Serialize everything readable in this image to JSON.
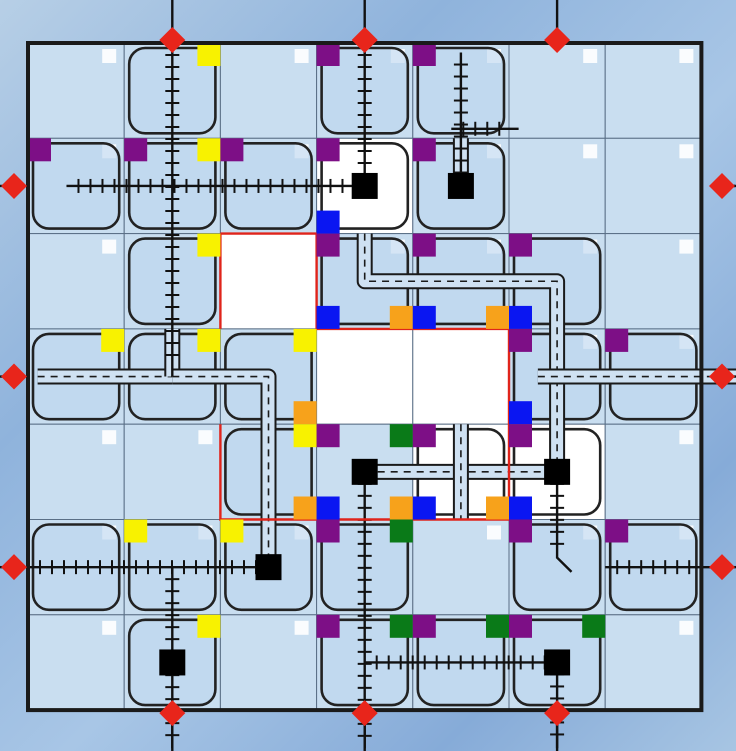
{
  "board": {
    "grid_cols": 7,
    "grid_rows": 7,
    "colors": {
      "background": "#9dbde0",
      "cell_fill": "#c9def0",
      "tile_fill": "#bcd6ee",
      "white_cell": "#ffffff",
      "frame": "#1a1a1a",
      "central_outline": "#e0241b",
      "exit_arrow": "#e8251b",
      "yellow": "#f8f200",
      "purple": "#7d0f86",
      "blue": "#0a16f2",
      "orange": "#f7a21b",
      "green": "#0a7a18",
      "station": "#000000"
    }
  },
  "white_cells": [
    [
      3,
      1
    ],
    [
      2,
      2
    ],
    [
      3,
      3
    ],
    [
      4,
      3
    ],
    [
      4,
      4
    ],
    [
      5,
      4
    ]
  ],
  "tiles": [
    {
      "c": 1,
      "r": 0
    },
    {
      "c": 3,
      "r": 0
    },
    {
      "c": 4,
      "r": 0
    },
    {
      "c": 0,
      "r": 1
    },
    {
      "c": 1,
      "r": 1
    },
    {
      "c": 2,
      "r": 1
    },
    {
      "c": 3,
      "r": 1
    },
    {
      "c": 4,
      "r": 1
    },
    {
      "c": 1,
      "r": 2
    },
    {
      "c": 3,
      "r": 2
    },
    {
      "c": 4,
      "r": 2
    },
    {
      "c": 5,
      "r": 2
    },
    {
      "c": 0,
      "r": 3
    },
    {
      "c": 1,
      "r": 3
    },
    {
      "c": 2,
      "r": 3
    },
    {
      "c": 5,
      "r": 3
    },
    {
      "c": 6,
      "r": 3
    },
    {
      "c": 2,
      "r": 4
    },
    {
      "c": 4,
      "r": 4
    },
    {
      "c": 5,
      "r": 4
    },
    {
      "c": 0,
      "r": 5
    },
    {
      "c": 1,
      "r": 5
    },
    {
      "c": 2,
      "r": 5
    },
    {
      "c": 3,
      "r": 5
    },
    {
      "c": 5,
      "r": 5
    },
    {
      "c": 6,
      "r": 5
    },
    {
      "c": 1,
      "r": 6
    },
    {
      "c": 3,
      "r": 6
    },
    {
      "c": 4,
      "r": 6
    },
    {
      "c": 5,
      "r": 6
    }
  ],
  "rails": [
    [
      [
        0.4,
        1.5
      ],
      [
        3.5,
        1.5
      ]
    ],
    [
      [
        1.5,
        0
      ],
      [
        1.5,
        3.5
      ]
    ],
    [
      [
        3.5,
        0
      ],
      [
        3.5,
        1.5
      ]
    ],
    [
      [
        4.4,
        0.9
      ],
      [
        5.1,
        0.9
      ]
    ],
    [
      [
        4.5,
        0.1
      ],
      [
        4.5,
        1.5
      ]
    ],
    [
      [
        0,
        5.5
      ],
      [
        2.5,
        5.5
      ]
    ],
    [
      [
        1.5,
        5.5
      ],
      [
        1.5,
        7.4
      ]
    ],
    [
      [
        3.5,
        4.5
      ],
      [
        3.5,
        7.4
      ]
    ],
    [
      [
        3.5,
        6.5
      ],
      [
        5.5,
        6.5
      ]
    ],
    [
      [
        5.5,
        6.5
      ],
      [
        5.5,
        7.4
      ]
    ],
    [
      [
        5.5,
        4.5
      ],
      [
        5.5,
        5.4
      ],
      [
        5.65,
        5.55
      ]
    ],
    [
      [
        6,
        5.5
      ],
      [
        7.2,
        5.5
      ]
    ],
    [
      [
        7.2,
        1.5
      ],
      [
        7.35,
        1.5
      ]
    ]
  ],
  "roads": [
    [
      [
        0.1,
        3.5
      ],
      [
        1.5,
        3.5
      ]
    ],
    [
      [
        1.5,
        3
      ],
      [
        1.5,
        3.5
      ]
    ],
    [
      [
        1.5,
        3.5
      ],
      [
        2.5,
        3.5
      ],
      [
        2.5,
        5.5
      ]
    ],
    [
      [
        3.5,
        2
      ],
      [
        3.5,
        2.5
      ],
      [
        5.5,
        2.5
      ],
      [
        5.5,
        4.5
      ]
    ],
    [
      [
        5.3,
        3.5
      ],
      [
        7.5,
        3.5
      ]
    ],
    [
      [
        3.5,
        4.5
      ],
      [
        5.5,
        4.5
      ]
    ],
    [
      [
        4.5,
        4
      ],
      [
        4.5,
        5
      ]
    ],
    [
      [
        4.5,
        1
      ],
      [
        4.5,
        1.5
      ]
    ]
  ],
  "stations": [
    [
      3.5,
      1.5
    ],
    [
      4.5,
      1.5
    ],
    [
      3.5,
      4.5
    ],
    [
      5.5,
      4.5
    ],
    [
      2.5,
      5.5
    ],
    [
      1.5,
      6.5
    ],
    [
      5.5,
      6.5
    ]
  ],
  "squares": [
    {
      "c": 1,
      "r": 0,
      "pos": "tr",
      "color": "yellow"
    },
    {
      "c": 3,
      "r": 0,
      "pos": "tl",
      "color": "purple"
    },
    {
      "c": 4,
      "r": 0,
      "pos": "tl",
      "color": "purple"
    },
    {
      "c": 0,
      "r": 1,
      "pos": "tl",
      "color": "purple"
    },
    {
      "c": 1,
      "r": 1,
      "pos": "tl",
      "color": "purple"
    },
    {
      "c": 1,
      "r": 1,
      "pos": "tr",
      "color": "yellow"
    },
    {
      "c": 2,
      "r": 1,
      "pos": "tl",
      "color": "purple"
    },
    {
      "c": 3,
      "r": 1,
      "pos": "tl",
      "color": "purple"
    },
    {
      "c": 3,
      "r": 1,
      "pos": "bl",
      "color": "blue"
    },
    {
      "c": 4,
      "r": 1,
      "pos": "tl",
      "color": "purple"
    },
    {
      "c": 1,
      "r": 2,
      "pos": "tr",
      "color": "yellow"
    },
    {
      "c": 3,
      "r": 2,
      "pos": "tl",
      "color": "purple"
    },
    {
      "c": 3,
      "r": 2,
      "pos": "bl",
      "color": "blue"
    },
    {
      "c": 3,
      "r": 2,
      "pos": "br",
      "color": "orange"
    },
    {
      "c": 4,
      "r": 2,
      "pos": "tl",
      "color": "purple"
    },
    {
      "c": 4,
      "r": 2,
      "pos": "bl",
      "color": "blue"
    },
    {
      "c": 4,
      "r": 2,
      "pos": "br",
      "color": "orange"
    },
    {
      "c": 5,
      "r": 2,
      "pos": "tl",
      "color": "purple"
    },
    {
      "c": 5,
      "r": 2,
      "pos": "bl",
      "color": "blue"
    },
    {
      "c": 0,
      "r": 3,
      "pos": "tr",
      "color": "yellow"
    },
    {
      "c": 1,
      "r": 3,
      "pos": "tr",
      "color": "yellow"
    },
    {
      "c": 2,
      "r": 3,
      "pos": "tr",
      "color": "yellow"
    },
    {
      "c": 2,
      "r": 3,
      "pos": "br",
      "color": "orange"
    },
    {
      "c": 5,
      "r": 3,
      "pos": "tl",
      "color": "purple"
    },
    {
      "c": 5,
      "r": 3,
      "pos": "bl",
      "color": "blue"
    },
    {
      "c": 6,
      "r": 3,
      "pos": "tl",
      "color": "purple"
    },
    {
      "c": 2,
      "r": 4,
      "pos": "tr",
      "color": "yellow"
    },
    {
      "c": 2,
      "r": 4,
      "pos": "br",
      "color": "orange"
    },
    {
      "c": 3,
      "r": 4,
      "pos": "tl",
      "color": "purple"
    },
    {
      "c": 3,
      "r": 4,
      "pos": "tr",
      "color": "green"
    },
    {
      "c": 3,
      "r": 4,
      "pos": "bl",
      "color": "blue"
    },
    {
      "c": 3,
      "r": 4,
      "pos": "br",
      "color": "orange"
    },
    {
      "c": 4,
      "r": 4,
      "pos": "tl",
      "color": "purple"
    },
    {
      "c": 4,
      "r": 4,
      "pos": "bl",
      "color": "blue"
    },
    {
      "c": 4,
      "r": 4,
      "pos": "br",
      "color": "orange"
    },
    {
      "c": 5,
      "r": 4,
      "pos": "tl",
      "color": "purple"
    },
    {
      "c": 5,
      "r": 4,
      "pos": "bl",
      "color": "blue"
    },
    {
      "c": 1,
      "r": 5,
      "pos": "tl",
      "color": "yellow"
    },
    {
      "c": 2,
      "r": 5,
      "pos": "tl",
      "color": "yellow"
    },
    {
      "c": 3,
      "r": 5,
      "pos": "tl",
      "color": "purple"
    },
    {
      "c": 3,
      "r": 5,
      "pos": "tr",
      "color": "green"
    },
    {
      "c": 5,
      "r": 5,
      "pos": "tl",
      "color": "purple"
    },
    {
      "c": 6,
      "r": 5,
      "pos": "tl",
      "color": "purple"
    },
    {
      "c": 1,
      "r": 6,
      "pos": "tr",
      "color": "yellow"
    },
    {
      "c": 3,
      "r": 6,
      "pos": "tl",
      "color": "purple"
    },
    {
      "c": 3,
      "r": 6,
      "pos": "tr",
      "color": "green"
    },
    {
      "c": 4,
      "r": 6,
      "pos": "tl",
      "color": "purple"
    },
    {
      "c": 4,
      "r": 6,
      "pos": "tr",
      "color": "green"
    },
    {
      "c": 5,
      "r": 6,
      "pos": "tl",
      "color": "purple"
    },
    {
      "c": 5,
      "r": 6,
      "pos": "tr",
      "color": "green"
    }
  ],
  "exits": [
    {
      "side": "top",
      "index": 1
    },
    {
      "side": "top",
      "index": 3
    },
    {
      "side": "top",
      "index": 5
    },
    {
      "side": "bottom",
      "index": 1
    },
    {
      "side": "bottom",
      "index": 3
    },
    {
      "side": "bottom",
      "index": 5
    },
    {
      "side": "left",
      "index": 1
    },
    {
      "side": "left",
      "index": 3
    },
    {
      "side": "left",
      "index": 5
    },
    {
      "side": "right",
      "index": 1
    },
    {
      "side": "right",
      "index": 3
    },
    {
      "side": "right",
      "index": 5
    }
  ]
}
